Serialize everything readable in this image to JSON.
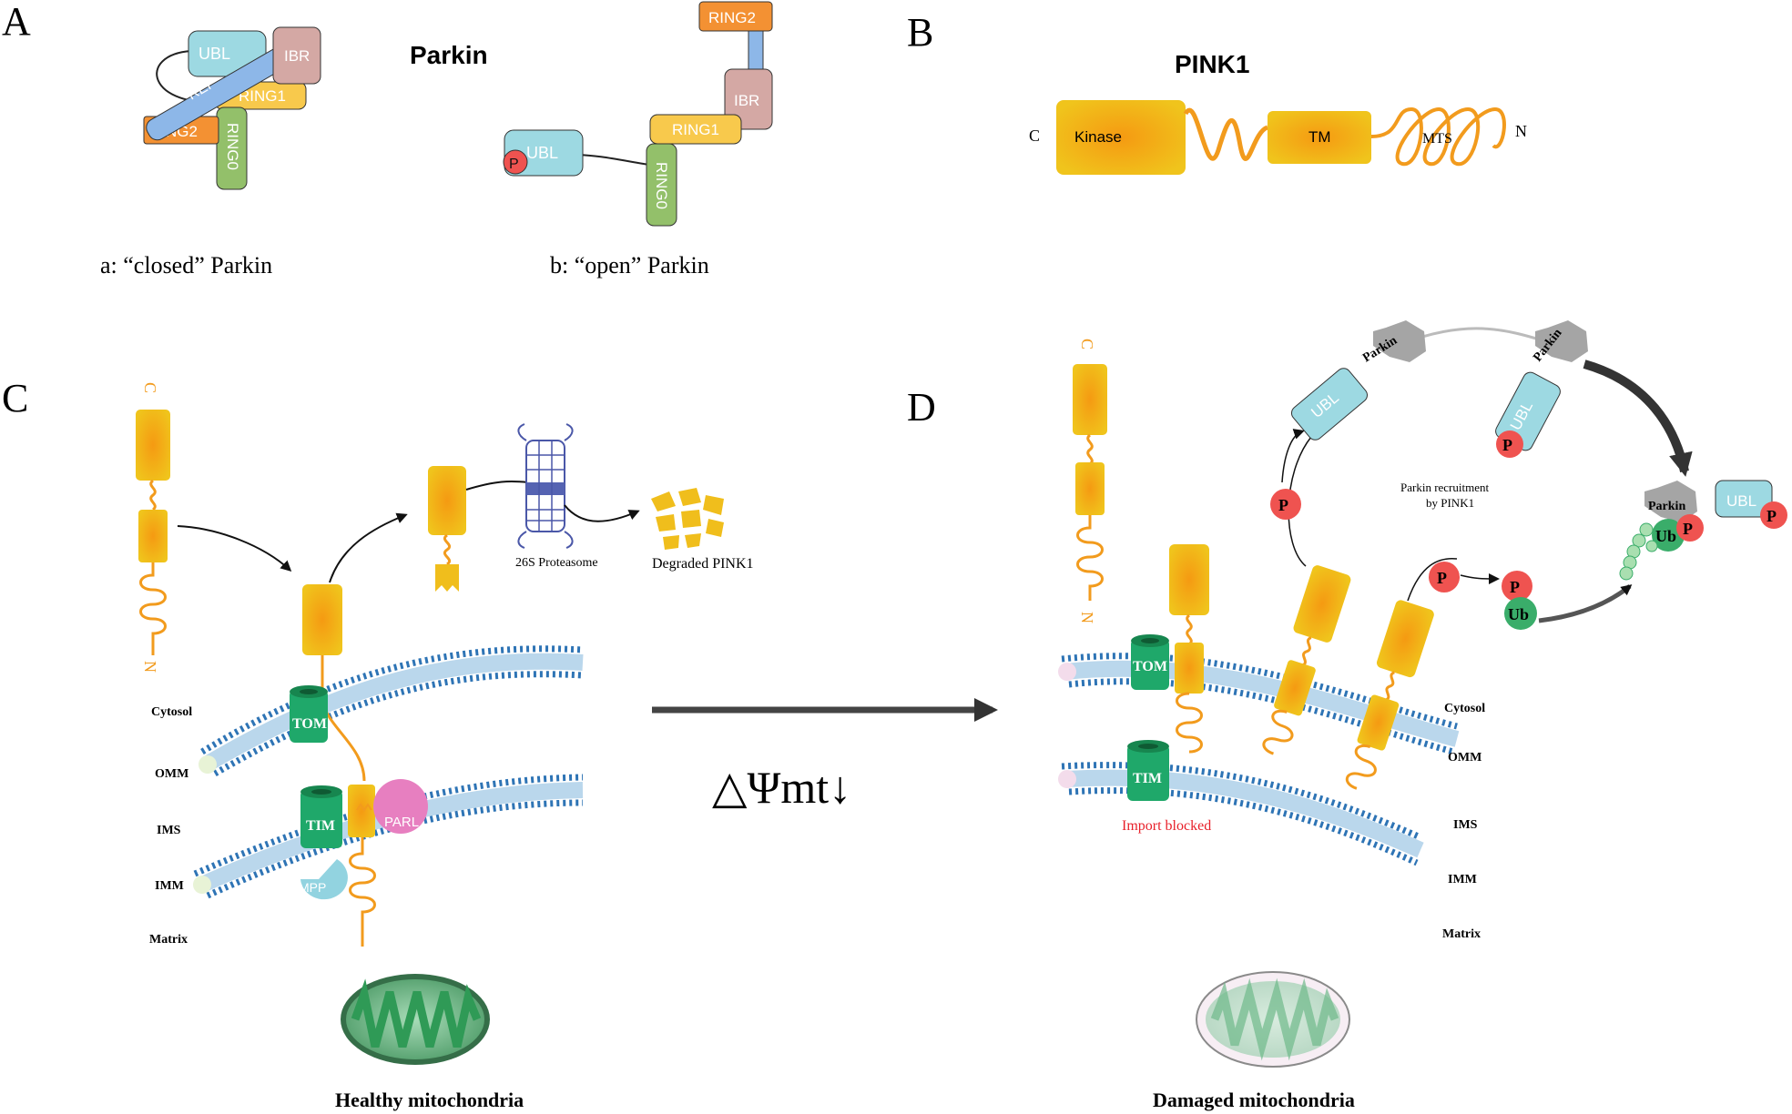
{
  "panels": {
    "a": "A",
    "b": "B",
    "c": "C",
    "d": "D"
  },
  "parkin": {
    "title": "Parkin",
    "closed_caption": "a: “closed” Parkin",
    "open_caption": "b: “open” Parkin",
    "domains": {
      "ubl": "UBL",
      "ibr": "IBR",
      "rep": "REP",
      "ring0": "RING0",
      "ring1": "RING1",
      "ring2": "RING2"
    },
    "phospho": "P"
  },
  "pink1": {
    "title": "PINK1",
    "c_term": "C",
    "n_term": "N",
    "kinase": "Kinase",
    "tm": "TM",
    "mts": "MTS"
  },
  "healthy": {
    "c_term": "C",
    "n_term": "N",
    "proteasome": "26S Proteasome",
    "degraded": "Degraded PINK1",
    "tom": "TOM",
    "tim": "TIM",
    "parl": "PARL",
    "mpp": "MPP",
    "cytosol": "Cytosol",
    "omm": "OMM",
    "ims": "IMS",
    "imm": "IMM",
    "matrix": "Matrix",
    "caption": "Healthy mitochondria"
  },
  "transition": {
    "label": "△Ψmt↓"
  },
  "damaged": {
    "c_term": "C",
    "n_term": "N",
    "tom": "TOM",
    "tim": "TIM",
    "import_blocked": "Import blocked",
    "cytosol": "Cytosol",
    "omm": "OMM",
    "ims": "IMS",
    "imm": "IMM",
    "matrix": "Matrix",
    "parkin": "Parkin",
    "ubl": "UBL",
    "p": "P",
    "ub": "Ub",
    "recruit_line1": "Parkin recruitment",
    "recruit_line2": "by PINK1",
    "caption": "Damaged mitochondria"
  },
  "colors": {
    "ubl": "#9dd9e2",
    "ibr": "#d4a8a4",
    "rep": "#8db7e8",
    "ring0": "#93c06a",
    "ring1": "#f8c94c",
    "ring2": "#f39133",
    "pink1_box": "#f0be1c",
    "pink1_core": "#f59a12",
    "linker": "#f29b1d",
    "tom_tim": "#1fa86a",
    "parl": "#e77fc0",
    "mpp": "#92d3e0",
    "phospho": "#ef5350",
    "ubiquitin": "#3aad6a",
    "parkin_hex": "#a5a5a5",
    "lipid_head": "#2e74b5",
    "import_blocked": "#e8202a"
  }
}
